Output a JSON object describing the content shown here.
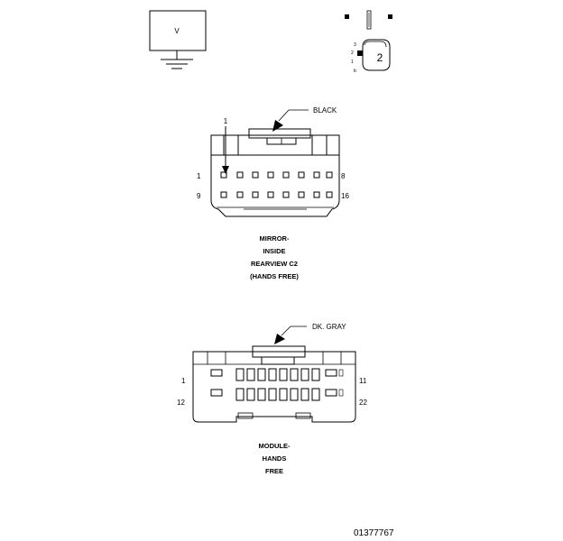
{
  "legend": {
    "voltmeter_symbol": "V",
    "probe_number": "2",
    "probe_pin_labels": [
      "3",
      "2",
      "1",
      "b"
    ]
  },
  "connector_c2": {
    "pin_pointer": "1",
    "color_callout": "BLACK",
    "pin_first_top": "1",
    "pin_last_top": "8",
    "pin_first_bottom": "9",
    "pin_last_bottom": "16",
    "caption_lines": [
      "MIRROR-",
      "INSIDE",
      "REARVIEW C2",
      "(HANDS FREE)"
    ]
  },
  "connector_module": {
    "color_callout": "DK. GRAY",
    "pin_first_top": "1",
    "pin_last_top": "11",
    "pin_first_bottom": "12",
    "pin_last_bottom": "22",
    "caption_lines": [
      "MODULE-",
      "HANDS",
      "FREE"
    ]
  },
  "figure_id": "01377767",
  "icons": [
    "voltmeter-icon",
    "ground-icon",
    "back-probe-icon"
  ]
}
